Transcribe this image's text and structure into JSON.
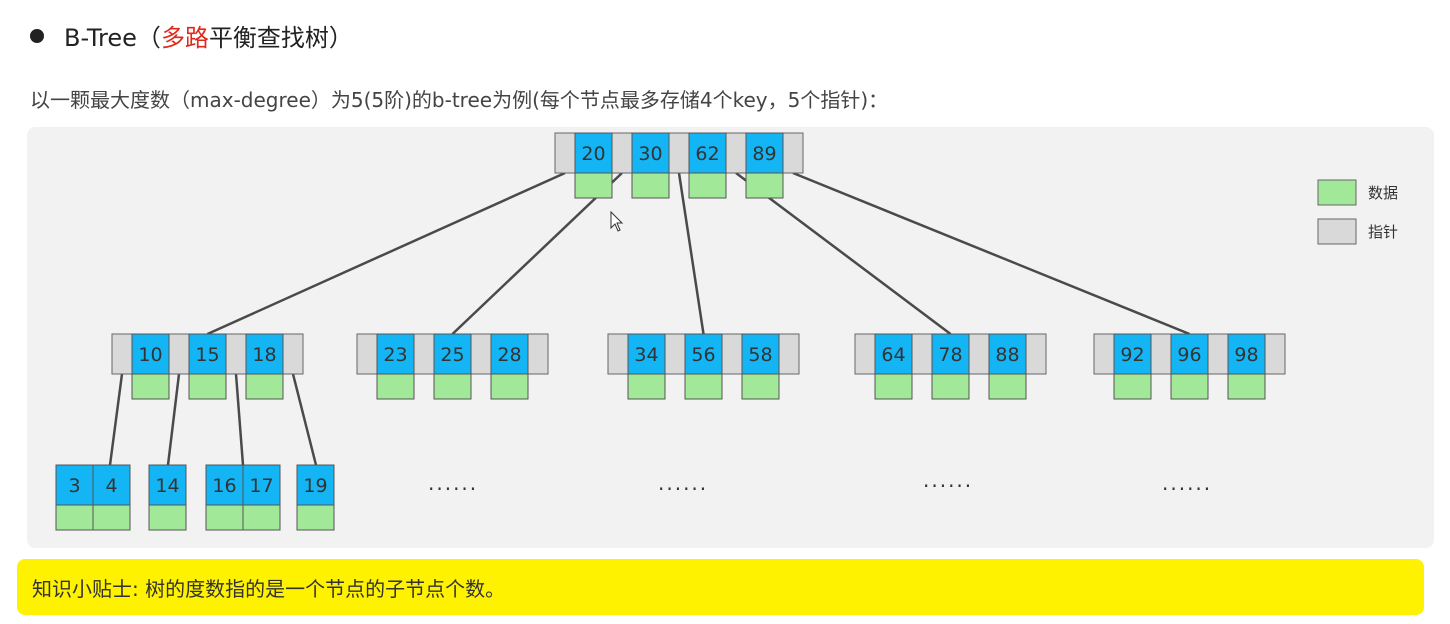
{
  "heading": {
    "prefix": "B-Tree（",
    "highlight": "多路",
    "suffix": "平衡查找树）"
  },
  "description": "以一颗最大度数（max-degree）为5(5阶)的b-tree为例(每个节点最多存储4个key，5个指针)：",
  "colors": {
    "key": "#13b5f5",
    "data": "#a1e899",
    "pointer": "#d9d9d9",
    "edge": "#4a4a4a",
    "panel": "#f2f2f2",
    "tip": "#fff200",
    "highlight": "#e0281a"
  },
  "legend": {
    "data_label": "数据",
    "pointer_label": "指针"
  },
  "tree": {
    "root": {
      "keys": [
        "20",
        "30",
        "62",
        "89"
      ]
    },
    "level2": [
      {
        "keys": [
          "10",
          "15",
          "18"
        ]
      },
      {
        "keys": [
          "23",
          "25",
          "28"
        ]
      },
      {
        "keys": [
          "34",
          "56",
          "58"
        ]
      },
      {
        "keys": [
          "64",
          "78",
          "88"
        ]
      },
      {
        "keys": [
          "92",
          "96",
          "98"
        ]
      }
    ],
    "leaves": [
      {
        "keys": [
          "3",
          "4"
        ]
      },
      {
        "keys": [
          "14"
        ]
      },
      {
        "keys": [
          "16",
          "17"
        ]
      },
      {
        "keys": [
          "19"
        ]
      }
    ],
    "ellipsis": "......"
  },
  "tip": "知识小贴士: 树的度数指的是一个节点的子节点个数。"
}
